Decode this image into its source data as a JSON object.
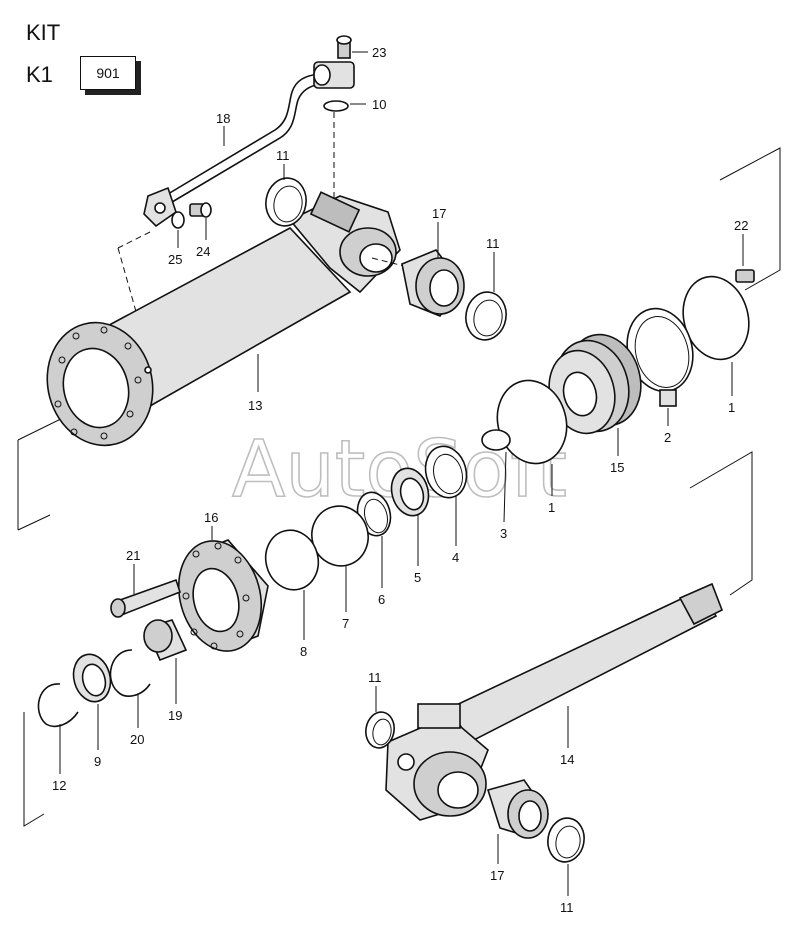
{
  "header": {
    "kit_label": "KIT",
    "k1_label": "K1",
    "badge_text": "901"
  },
  "watermark": "AutoSoft",
  "callouts": [
    {
      "id": "23",
      "text": "23"
    },
    {
      "id": "10",
      "text": "10"
    },
    {
      "id": "18",
      "text": "18"
    },
    {
      "id": "11a",
      "text": "11"
    },
    {
      "id": "17a",
      "text": "17"
    },
    {
      "id": "11b",
      "text": "11"
    },
    {
      "id": "22",
      "text": "22"
    },
    {
      "id": "25",
      "text": "25"
    },
    {
      "id": "24",
      "text": "24"
    },
    {
      "id": "13",
      "text": "13"
    },
    {
      "id": "1a",
      "text": "1"
    },
    {
      "id": "2",
      "text": "2"
    },
    {
      "id": "15",
      "text": "15"
    },
    {
      "id": "1b",
      "text": "1"
    },
    {
      "id": "3",
      "text": "3"
    },
    {
      "id": "4",
      "text": "4"
    },
    {
      "id": "5",
      "text": "5"
    },
    {
      "id": "6",
      "text": "6"
    },
    {
      "id": "7",
      "text": "7"
    },
    {
      "id": "8",
      "text": "8"
    },
    {
      "id": "16",
      "text": "16"
    },
    {
      "id": "21",
      "text": "21"
    },
    {
      "id": "19",
      "text": "19"
    },
    {
      "id": "20",
      "text": "20"
    },
    {
      "id": "9",
      "text": "9"
    },
    {
      "id": "12",
      "text": "12"
    },
    {
      "id": "11c",
      "text": "11"
    },
    {
      "id": "14",
      "text": "14"
    },
    {
      "id": "17b",
      "text": "17"
    },
    {
      "id": "11d",
      "text": "11"
    }
  ]
}
